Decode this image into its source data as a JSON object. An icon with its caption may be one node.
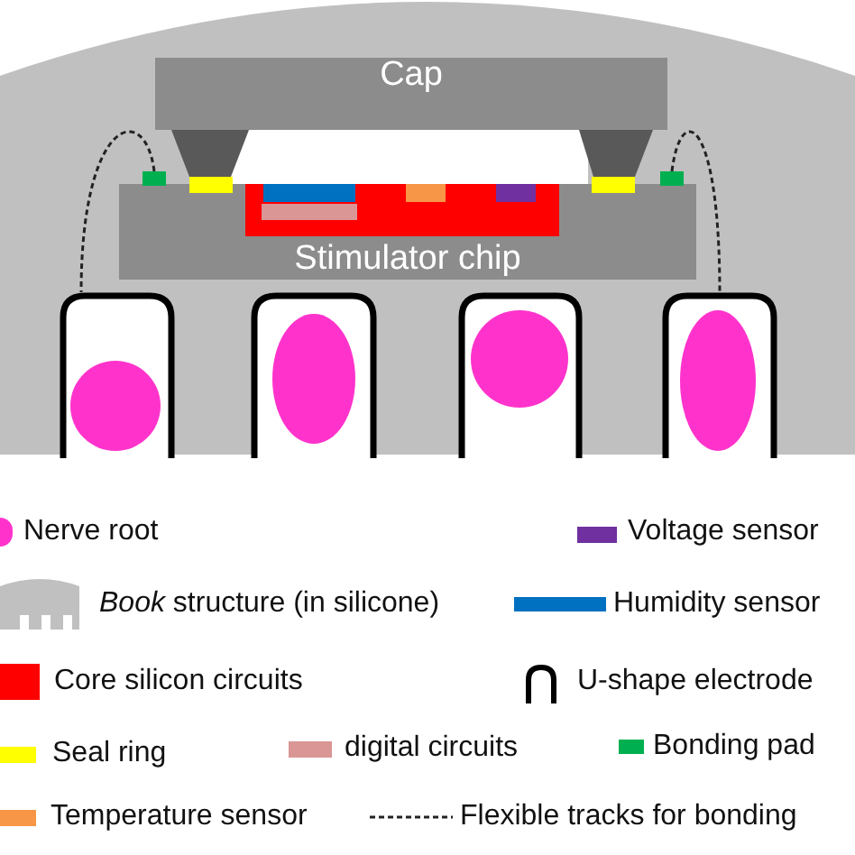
{
  "diagram": {
    "nodes": [
      {
        "text": [
          "Cap"
        ]
      },
      {
        "text": [],
        "shape": "box"
      },
      {
        "text": [],
        "shape": "box"
      },
      {
        "text": [
          "Stimulator chip"
        ]
      },
      {
        "text": [],
        "shape": "arch"
      },
      {
        "text": [],
        "shape": "arch"
      },
      {
        "text": [],
        "shape": "arch"
      },
      {
        "text": [],
        "shape": "arch"
      }
    ],
    "edges": [
      {
        "from": 1,
        "to": 4,
        "arrow": "none",
        "style": "dashed"
      },
      {
        "from": 2,
        "to": 7,
        "arrow": "none",
        "style": "dashed"
      }
    ],
    "legend": [
      {
        "text": "Nerve root",
        "color": "#ff33cc"
      },
      {
        "text": "Voltage sensor",
        "color": "#7030a0"
      },
      {
        "text": "*Book* structure (in silicone)"
      },
      {
        "text": "Humidity sensor",
        "color": "#0070c0"
      },
      {
        "text": "Core silicon circuits",
        "color": "#ff0000"
      },
      {
        "text": "U-shape electrode"
      },
      {
        "text": "Seal ring",
        "color": "#ffff00"
      },
      {
        "text": "digital circuits",
        "color": "#d99694"
      },
      {
        "text": "Bonding pad",
        "color": "#00b050"
      },
      {
        "text": "Temperature sensor",
        "color": "#f79646"
      },
      {
        "text": "Flexible tracks for bonding"
      }
    ]
  }
}
